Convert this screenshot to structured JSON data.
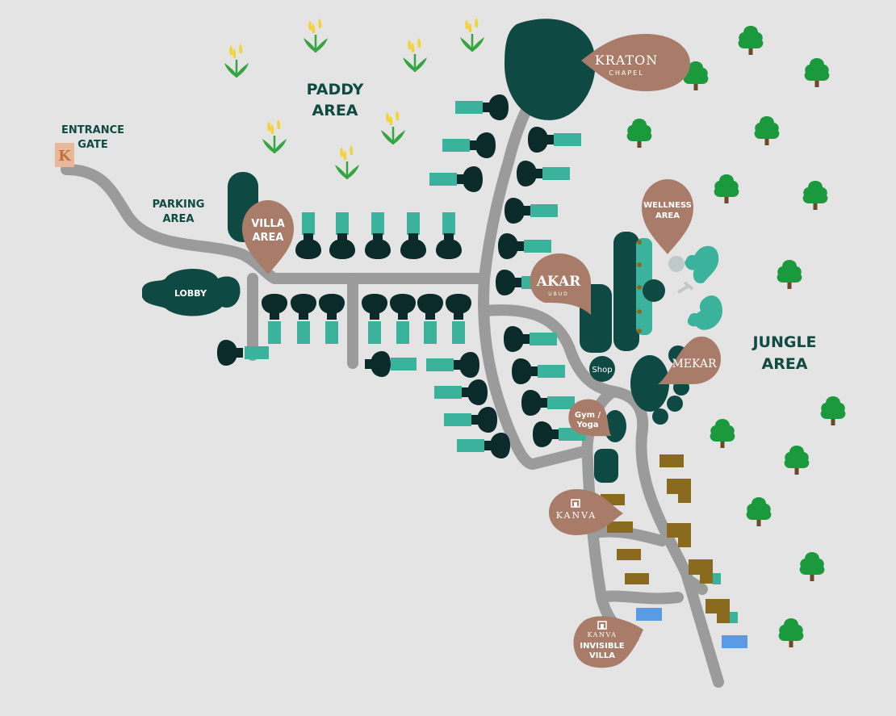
{
  "map": {
    "labels": {
      "paddy_area_line1": "PADDY",
      "paddy_area_line2": "AREA",
      "entrance_line1": "ENTRANCE",
      "entrance_line2": "GATE",
      "parking_line1": "PARKING",
      "parking_line2": "AREA",
      "jungle_line1": "JUNGLE",
      "jungle_line2": "AREA",
      "lobby": "LOBBY",
      "shop": "Shop"
    },
    "pins": {
      "kraton_title": "KRATON",
      "kraton_sub": "CHAPEL",
      "villa_line1": "VILLA",
      "villa_line2": "AREA",
      "wellness_line1": "WELLNESS",
      "wellness_line2": "AREA",
      "akar_title": "AKAR",
      "akar_sub": "UBUD",
      "mekar_title": "MEKAR",
      "gym_line1": "Gym /",
      "gym_line2": "Yoga",
      "kanva_title": "KANVA",
      "kanva_invisible_brand": "KANVA",
      "kanva_invisible_line1": "INVISIBLE",
      "kanva_invisible_line2": "VILLA"
    },
    "entrance_logo_letter": "K",
    "colors": {
      "background": "#e4e4e4",
      "road": "#9b9b9b",
      "dark_teal": "#0e4a43",
      "villa_dark": "#0b2b2b",
      "pool_teal": "#3bb39c",
      "pin_brown": "#a87c69",
      "gold_villa": "#8a6a1e",
      "blue_pool": "#5b9be3",
      "tree_green": "#1a9a3c",
      "tulip_yellow": "#f3d23a",
      "tulip_green": "#35a542"
    },
    "icons": [
      "tulip-icon",
      "tree-icon",
      "map-pin-icon",
      "kanva-logo-icon",
      "entrance-k-logo-icon"
    ]
  }
}
